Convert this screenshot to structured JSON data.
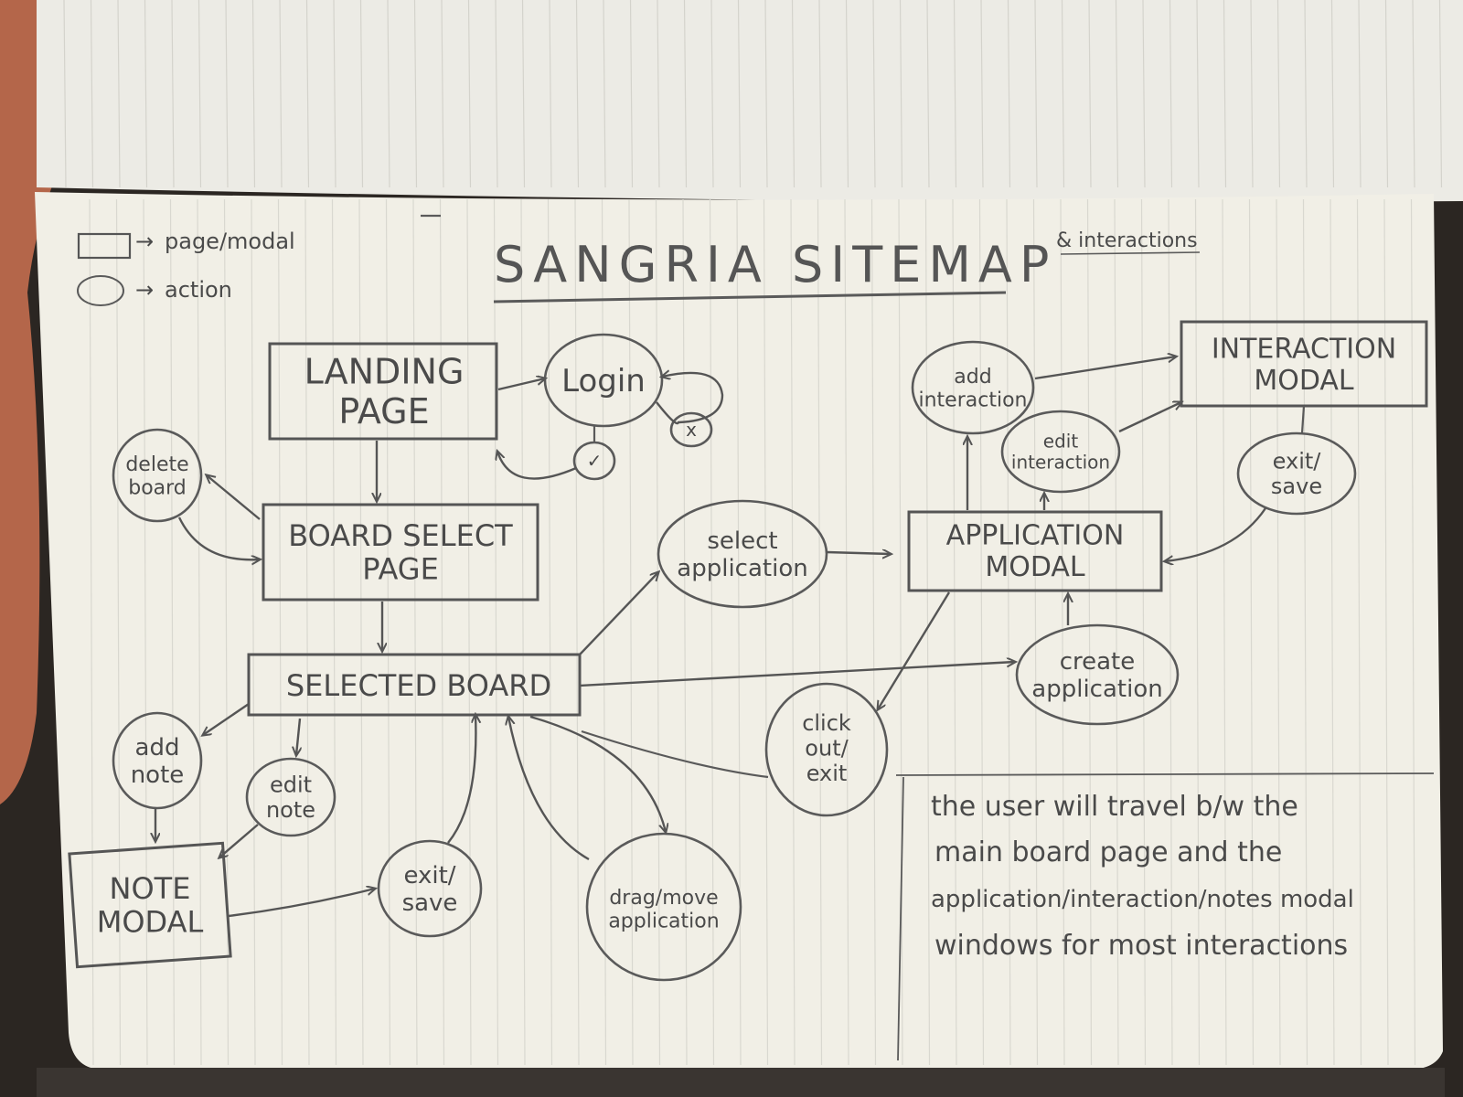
{
  "title": "SANGRIA SITEMAP",
  "title_suffix": "& interactions",
  "legend": {
    "page_label": "page/modal",
    "action_label": "action"
  },
  "pages": {
    "landing": [
      "LANDING",
      "PAGE"
    ],
    "board_select": [
      "BOARD SELECT",
      "PAGE"
    ],
    "selected_board": [
      "SELECTED BOARD"
    ],
    "note_modal": [
      "NOTE",
      "MODAL"
    ],
    "application_modal": [
      "APPLICATION",
      "MODAL"
    ],
    "interaction_modal": [
      "INTERACTION",
      "MODAL"
    ]
  },
  "actions": {
    "login": [
      "Login"
    ],
    "login_fail": [
      "x"
    ],
    "login_ok": [
      "✓"
    ],
    "delete_board": [
      "delete",
      "board"
    ],
    "add_note": [
      "add",
      "note"
    ],
    "edit_note": [
      "edit",
      "note"
    ],
    "exit_save_note": [
      "exit/",
      "save"
    ],
    "drag_move": [
      "drag/move",
      "application"
    ],
    "select_application": [
      "select",
      "application"
    ],
    "create_application": [
      "create",
      "application"
    ],
    "click_out_exit": [
      "click",
      "out/",
      "exit"
    ],
    "add_interaction": [
      "add",
      "interaction"
    ],
    "edit_interaction": [
      "edit",
      "interaction"
    ],
    "exit_save_interaction": [
      "exit/",
      "save"
    ]
  },
  "note_lines": [
    "the user will travel b/w the",
    "main board page and the",
    "application/interaction/notes modal",
    "windows for most interactions"
  ]
}
